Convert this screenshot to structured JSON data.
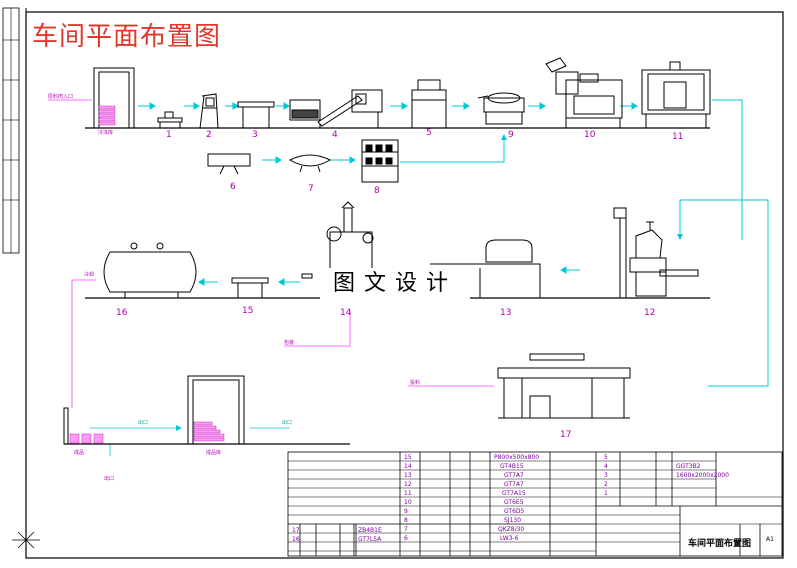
{
  "title": "车间平面布置图",
  "watermark": "图文设计",
  "stations": [
    {
      "num": "1"
    },
    {
      "num": "2"
    },
    {
      "num": "3"
    },
    {
      "num": "4"
    },
    {
      "num": "5"
    },
    {
      "num": "6"
    },
    {
      "num": "7"
    },
    {
      "num": "8"
    },
    {
      "num": "9"
    },
    {
      "num": "10"
    },
    {
      "num": "11"
    },
    {
      "num": "12"
    },
    {
      "num": "13"
    },
    {
      "num": "14"
    },
    {
      "num": "15"
    },
    {
      "num": "16"
    },
    {
      "num": "17"
    }
  ],
  "small_labels": {
    "inlet": "原料肉入口",
    "cold_store": "冷冻库",
    "s16_side": "冷却",
    "s14_return": "包装",
    "s17_in": "投料",
    "out_a": "出口",
    "out_b": "出口",
    "bottom_a": "成品",
    "bottom_b": "出口",
    "bottom_c": "成品库"
  },
  "title_block": {
    "drawing_name": "车间平面布置图",
    "parts_left": [
      {
        "no": "17",
        "code": "ZB4B1E"
      },
      {
        "no": "16",
        "code": "GT7L5A"
      }
    ],
    "parts_mid": [
      {
        "no": "15",
        "code": "P800x500x800"
      },
      {
        "no": "14",
        "code": "GT4B15"
      },
      {
        "no": "13",
        "code": "GT7A7"
      },
      {
        "no": "12",
        "code": "GT7A7"
      },
      {
        "no": "11",
        "code": "GT7A15"
      },
      {
        "no": "10",
        "code": "GT6E5"
      },
      {
        "no": "9",
        "code": "GT6D5"
      },
      {
        "no": "8",
        "code": "SJ130"
      },
      {
        "no": "7",
        "code": "QKZ8/30"
      },
      {
        "no": "6",
        "code": "LW3-6"
      }
    ],
    "parts_right": [
      {
        "no": "5",
        "code": ""
      },
      {
        "no": "4",
        "code": "GGT3B2"
      },
      {
        "no": "3",
        "code": "1600x2000x2000"
      },
      {
        "no": "2",
        "code": ""
      },
      {
        "no": "1",
        "code": ""
      }
    ],
    "scale": "A1"
  }
}
